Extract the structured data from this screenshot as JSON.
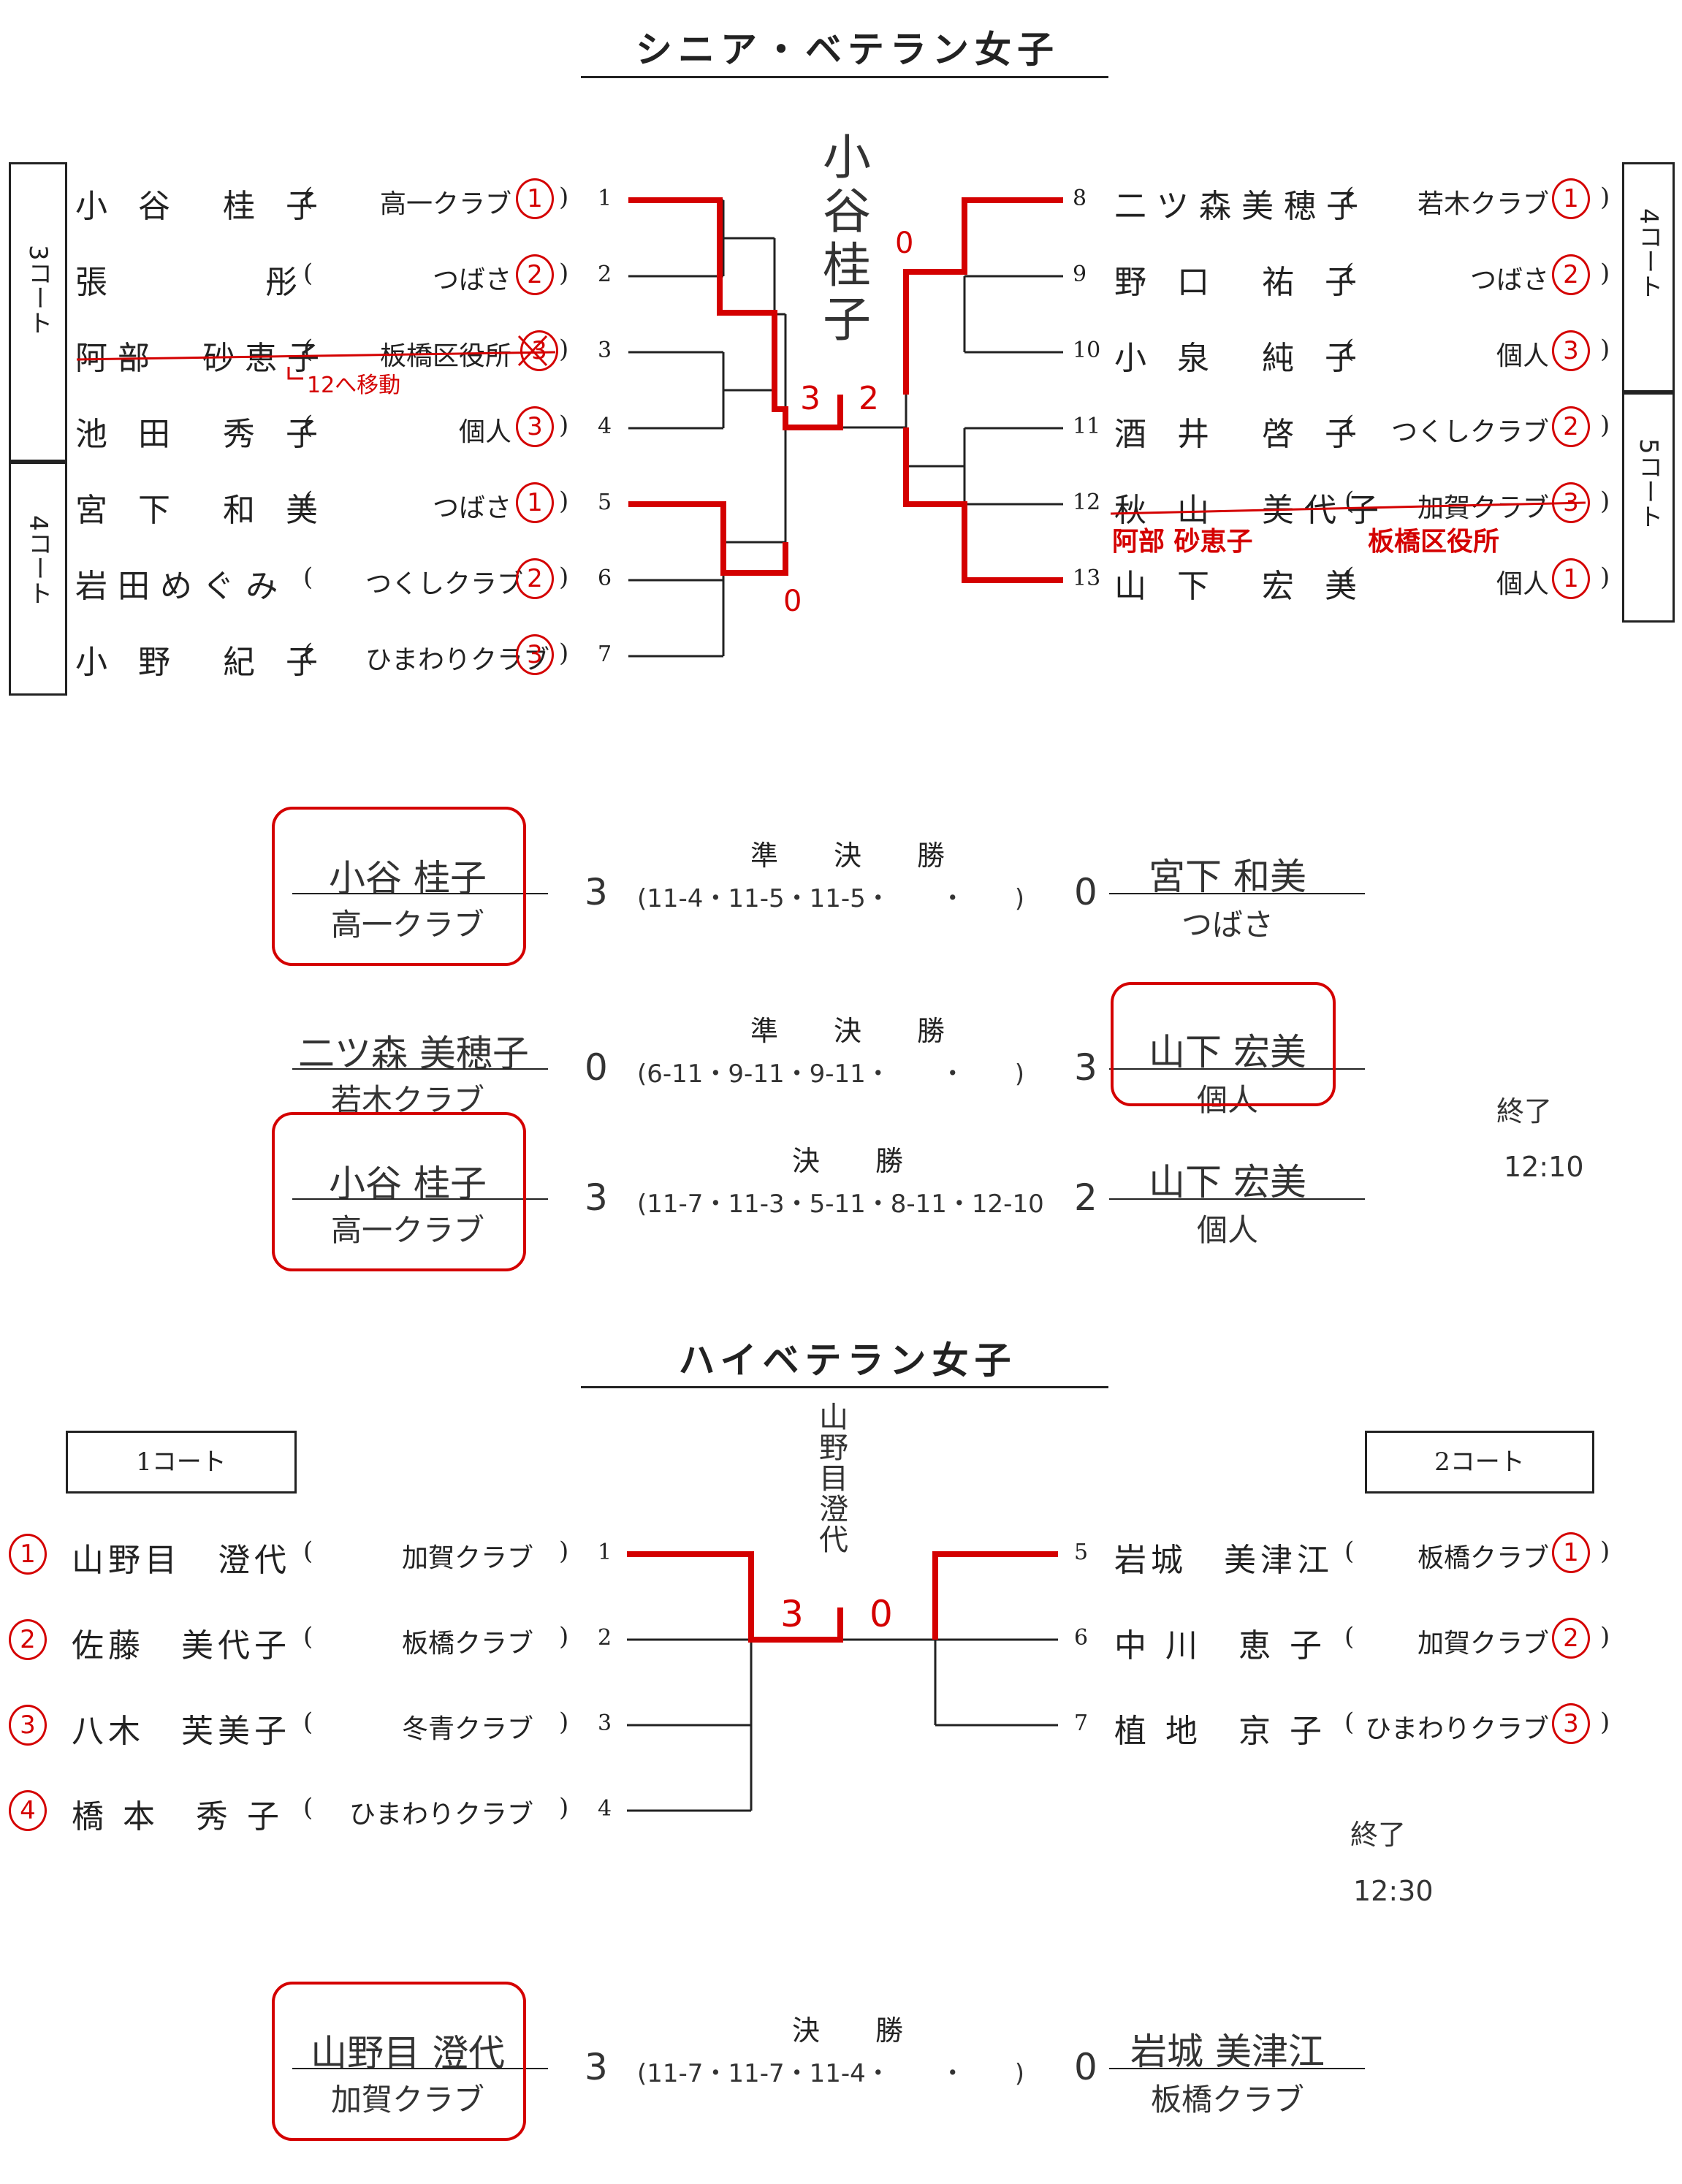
{
  "senior": {
    "title": "シニア・ベテラン女子",
    "court_left_top": "3コート",
    "court_left_bottom": "4コート",
    "court_right_top": "4コート",
    "court_right_bottom": "5コート",
    "left": [
      {
        "name": "小 谷　桂 子",
        "club": "高一クラブ",
        "order": "1",
        "seed": "1"
      },
      {
        "name": "張　　　 彤",
        "club": "つばさ",
        "order": "2",
        "seed": "2"
      },
      {
        "name": "阿部　砂恵子",
        "club": "板橋区役所",
        "order": "3",
        "seed": "3"
      },
      {
        "name": "池 田　秀 子",
        "club": "個人",
        "order": "4",
        "seed": "3"
      },
      {
        "name": "宮 下　和 美",
        "club": "つばさ",
        "order": "5",
        "seed": "1"
      },
      {
        "name": "岩田めぐみ",
        "club": "つくしクラブ",
        "order": "6",
        "seed": "2"
      },
      {
        "name": "小 野　紀 子",
        "club": "ひまわりクラブ",
        "order": "7",
        "seed": "3"
      }
    ],
    "right": [
      {
        "name": "二ツ森美穂子",
        "club": "若木クラブ",
        "order": "8",
        "seed": "1"
      },
      {
        "name": "野 口　祐 子",
        "club": "つばさ",
        "order": "9",
        "seed": "2"
      },
      {
        "name": "小 泉　純 子",
        "club": "個人",
        "order": "10",
        "seed": "3"
      },
      {
        "name": "酒 井　啓 子",
        "club": "つくしクラブ",
        "order": "11",
        "seed": "2"
      },
      {
        "name": "秋 山　美代子",
        "club": "加賀クラブ",
        "order": "12",
        "seed": "3"
      },
      {
        "name": "山 下　宏 美",
        "club": "個人",
        "order": "13",
        "seed": "1"
      }
    ],
    "move_note": "12へ移動",
    "replacement_name": "阿部 砂恵子",
    "replacement_club": "板橋区役所",
    "winner_vertical": "小谷桂子",
    "scores": {
      "left_sf": "3",
      "right_sf": "2",
      "left_bottom": "0",
      "right_top": "0"
    },
    "matches": [
      {
        "round": "準　　決　　勝",
        "left_name": "小谷 桂子",
        "left_club": "高一クラブ",
        "left_score": "3",
        "games": "(11-4・11-5・11-5・　　・　　)",
        "right_score": "0",
        "right_name": "宮下 和美",
        "right_club": "つばさ"
      },
      {
        "round": "準　　決　　勝",
        "left_name": "二ツ森 美穂子",
        "left_club": "若木クラブ",
        "left_score": "0",
        "games": "(6-11・9-11・9-11・　　・　　)",
        "right_score": "3",
        "right_name": "山下 宏美",
        "right_club": "個人"
      },
      {
        "round": "決　　勝",
        "left_name": "小谷 桂子",
        "left_club": "高一クラブ",
        "left_score": "3",
        "games": "(11-7・11-3・5-11・8-11・12-10",
        "right_score": "2",
        "right_name": "山下 宏美",
        "right_club": "個人"
      }
    ],
    "finish_label": "終了",
    "finish_time": "12:10"
  },
  "high": {
    "title": "ハイベテラン女子",
    "court_left": "1コート",
    "court_right": "2コート",
    "left": [
      {
        "name": "山野目　澄代",
        "club": "加賀クラブ",
        "order": "1",
        "seed": "1"
      },
      {
        "name": "佐藤　美代子",
        "club": "板橋クラブ",
        "order": "2",
        "seed": "2"
      },
      {
        "name": "八木　芙美子",
        "club": "冬青クラブ",
        "order": "3",
        "seed": "3"
      },
      {
        "name": "橋 本　秀 子",
        "club": "ひまわりクラブ",
        "order": "4",
        "seed": "4"
      }
    ],
    "right": [
      {
        "name": "岩城　美津江",
        "club": "板橋クラブ",
        "order": "5",
        "seed": "1"
      },
      {
        "name": "中 川　恵 子",
        "club": "加賀クラブ",
        "order": "6",
        "seed": "2"
      },
      {
        "name": "植 地　京 子",
        "club": "ひまわりクラブ",
        "order": "7",
        "seed": "3"
      }
    ],
    "winner_vertical": "山野目澄代",
    "scores": {
      "left": "3",
      "right": "0"
    },
    "match": {
      "round": "決　　勝",
      "left_name": "山野目 澄代",
      "left_club": "加賀クラブ",
      "left_score": "3",
      "games": "(11-7・11-7・11-4・　　・　　)",
      "right_score": "0",
      "right_name": "岩城 美津江",
      "right_club": "板橋クラブ"
    },
    "finish_label": "終了",
    "finish_time": "12:30"
  },
  "colors": {
    "ink": "#222222",
    "red": "#d40000"
  }
}
